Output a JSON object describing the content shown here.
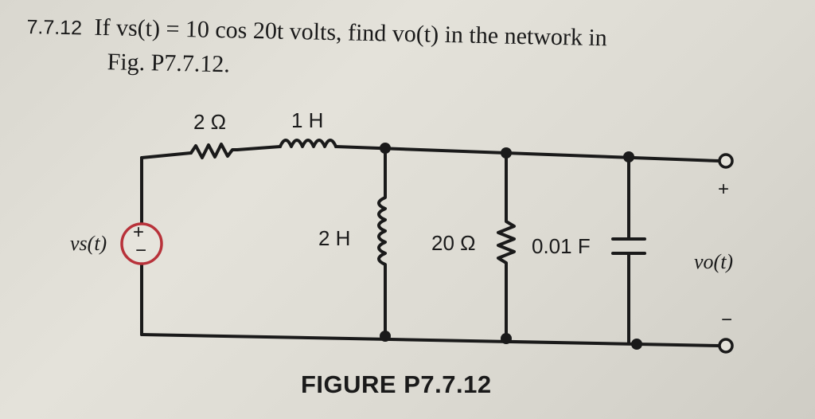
{
  "problem": {
    "number": "7.7.12",
    "text_line1": "If vs(t) = 10 cos 20t volts, find vo(t) in the network in",
    "text_line2": "Fig. P7.7.12."
  },
  "circuit": {
    "source_label": "vs(t)",
    "source_plus": "+",
    "source_minus": "−",
    "resistor1": "2 Ω",
    "inductor1": "1 H",
    "inductor2": "2 H",
    "resistor2": "20 Ω",
    "capacitor": "0.01 F",
    "output_plus": "+",
    "output_minus": "−",
    "output_label": "vo(t)"
  },
  "figure": {
    "caption": "FIGURE P7.7.12"
  },
  "colors": {
    "ink": "#1a1a1a",
    "source_circle": "#b8323a",
    "background": "#dedcd4"
  }
}
